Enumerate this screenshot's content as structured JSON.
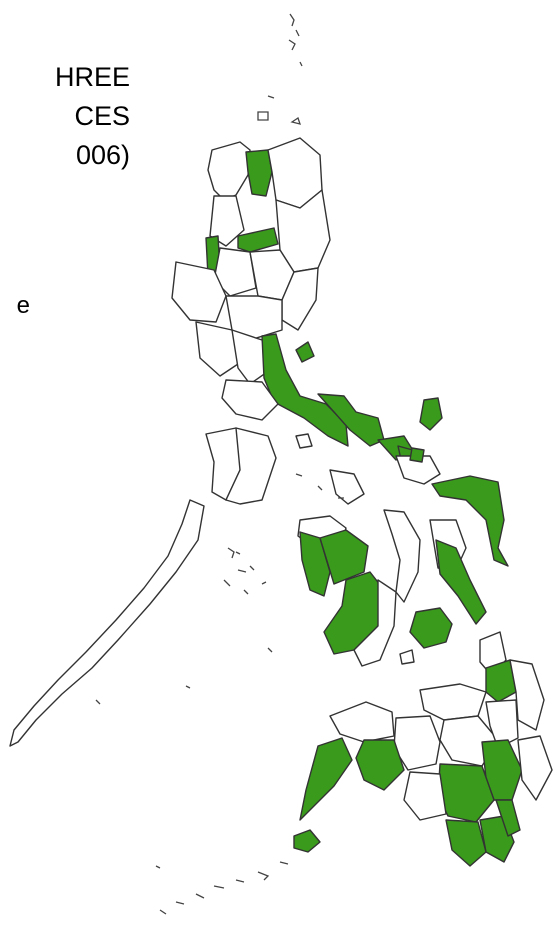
{
  "title_lines": [
    "HREE",
    "CES",
    "006)"
  ],
  "legend_fragment": "e",
  "colors": {
    "highlight": "#3a9a1c",
    "outline": "#333333",
    "background": "#ffffff"
  }
}
